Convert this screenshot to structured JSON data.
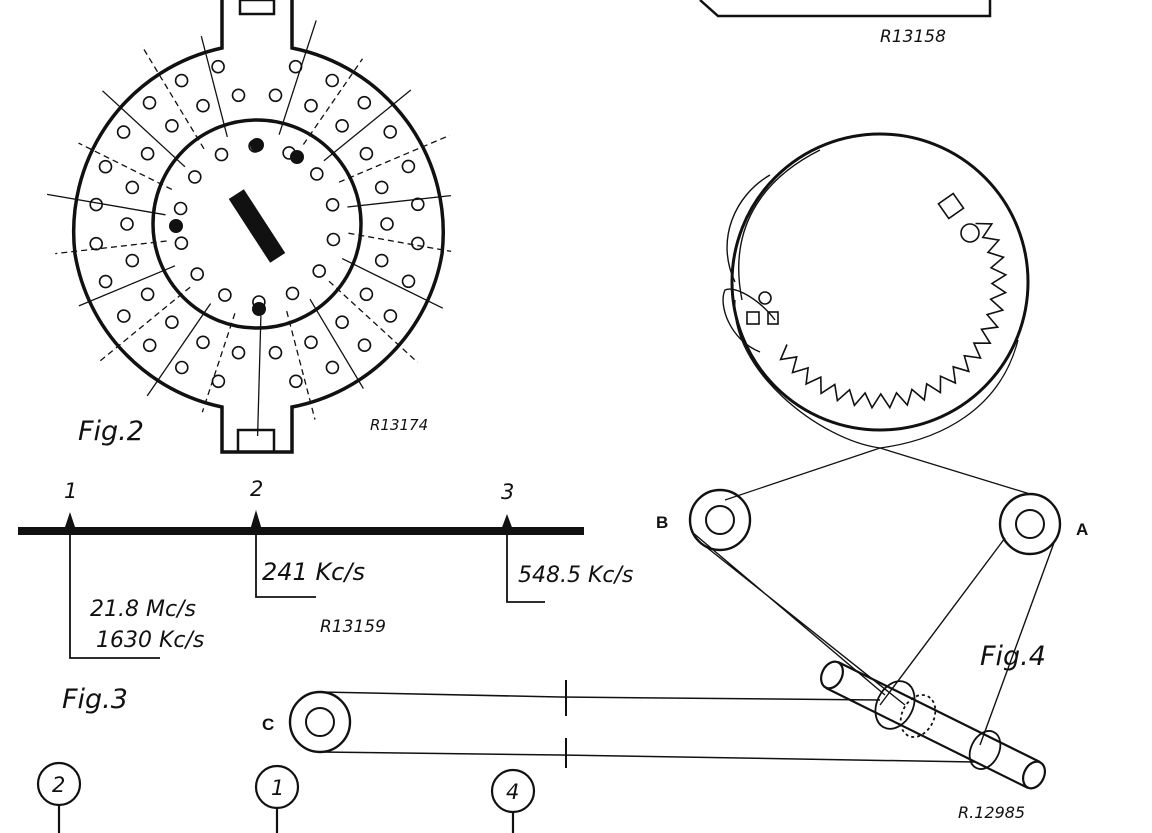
{
  "figures": {
    "fig2": {
      "caption": "Fig.2",
      "ref": "R13174"
    },
    "fig3": {
      "caption": "Fig.3",
      "ref": "R13159",
      "markers": [
        {
          "number": "1",
          "labels": [
            "21.8 Mc/s",
            "1630 Kc/s"
          ]
        },
        {
          "number": "2",
          "labels": [
            "241 Kc/s"
          ]
        },
        {
          "number": "3",
          "labels": [
            "548.5 Kc/s"
          ]
        }
      ]
    },
    "fig4": {
      "caption": "Fig.4",
      "ref": "R.12985",
      "pulleys": {
        "a": "A",
        "b": "B",
        "c": "C"
      }
    },
    "top_ref": "R13158",
    "bottom_callouts": [
      "2",
      "1",
      "4"
    ]
  }
}
